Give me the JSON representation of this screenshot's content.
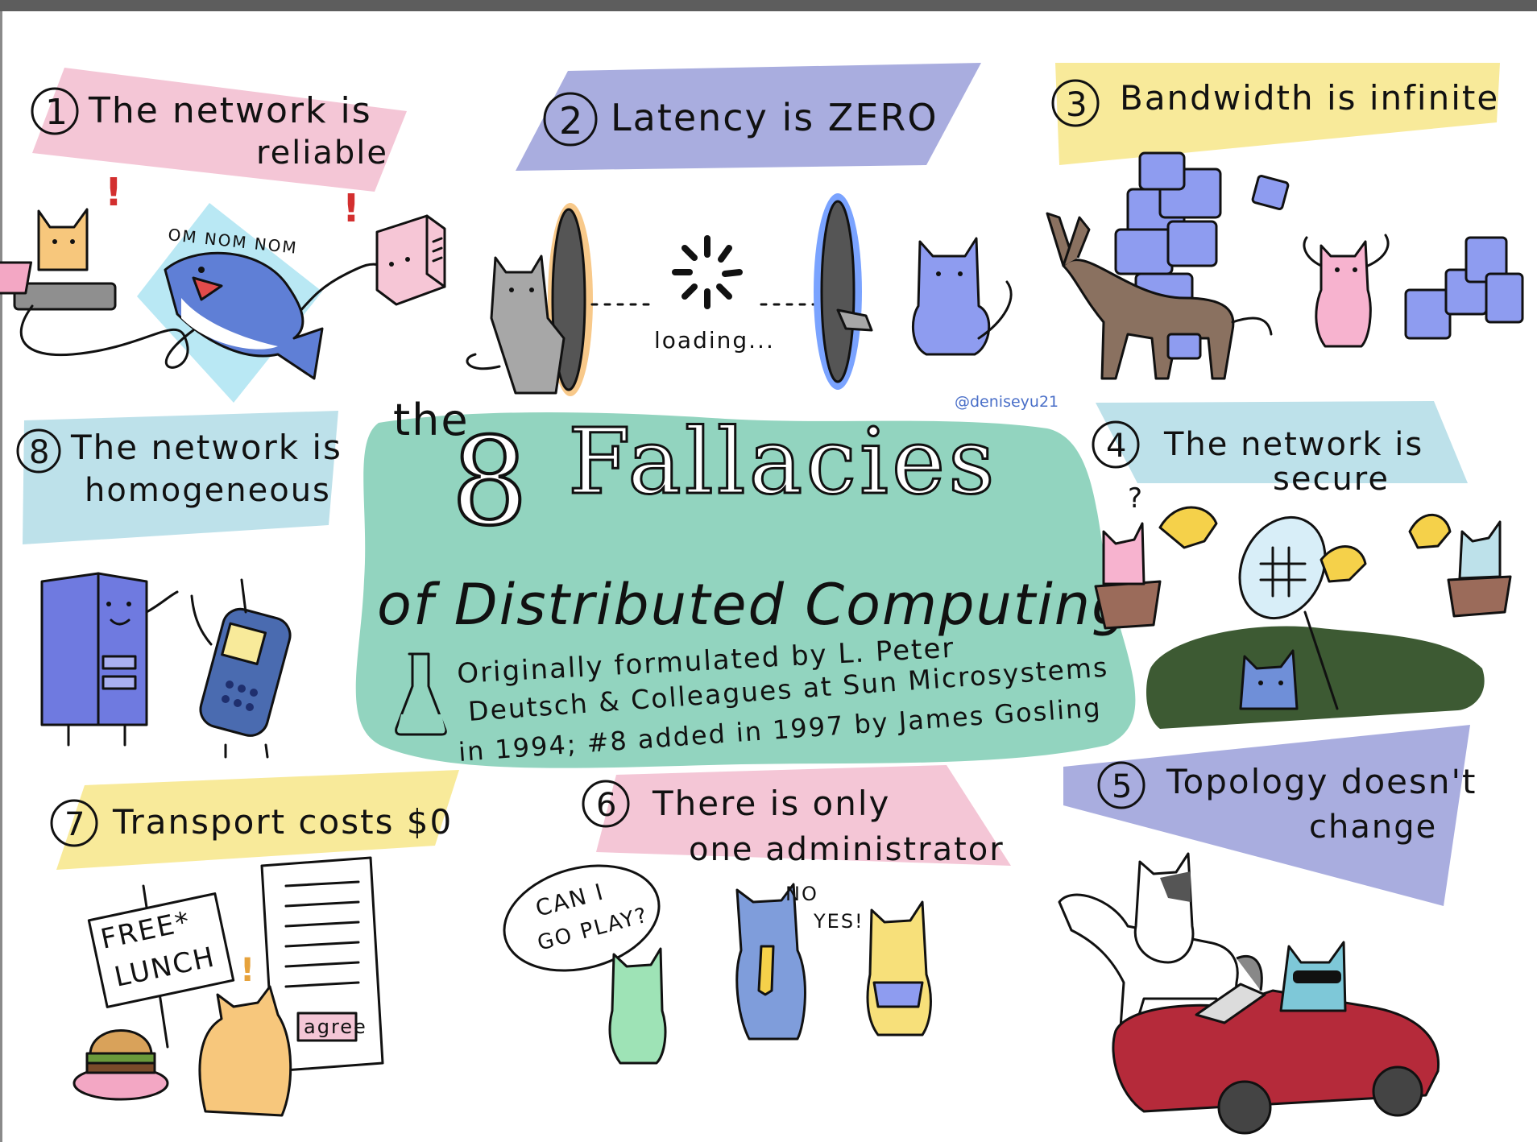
{
  "credit": "@deniseyu21",
  "title": {
    "the": "the",
    "number": "8",
    "word": "Fallacies",
    "subtitle": "of Distributed Computing",
    "note_line1": "Originally formulated by L. Peter",
    "note_line2": "Deutsch & Colleagues at Sun Microsystems",
    "note_line3": "in 1994; #8 added in 1997 by James Gosling"
  },
  "fallacies": [
    {
      "num": "1",
      "line1": "The network is",
      "line2": "reliable",
      "color": "#f4c6d6"
    },
    {
      "num": "2",
      "line1": "Latency is ZERO",
      "line2": "",
      "color": "#a9addf"
    },
    {
      "num": "3",
      "line1": "Bandwidth is infinite",
      "line2": "",
      "color": "#f8ea9a"
    },
    {
      "num": "4",
      "line1": "The network is",
      "line2": "secure",
      "color": "#bde1ea"
    },
    {
      "num": "5",
      "line1": "Topology doesn't",
      "line2": "change",
      "color": "#a9addf"
    },
    {
      "num": "6",
      "line1": "There is only",
      "line2": "one administrator",
      "color": "#f4c6d6"
    },
    {
      "num": "7",
      "line1": "Transport costs $0",
      "line2": "",
      "color": "#f8ea9a"
    },
    {
      "num": "8",
      "line1": "The network is",
      "line2": "homogeneous",
      "color": "#bde1ea"
    }
  ],
  "doodles": {
    "om_nom": "OM NOM NOM",
    "loading": "loading...",
    "free_lunch_1": "FREE*",
    "free_lunch_2": "LUNCH",
    "agree": "agree",
    "can_i_1": "CAN I",
    "can_i_2": "GO PLAY?",
    "no": "NO",
    "yes": "YES!",
    "question": "?",
    "exclaim": "!"
  },
  "colors": {
    "title_blob": "#92d4bf",
    "pink": "#f4c6d6",
    "blue": "#a9addf",
    "yellow": "#f8ea9a",
    "cyan": "#bde1ea"
  }
}
